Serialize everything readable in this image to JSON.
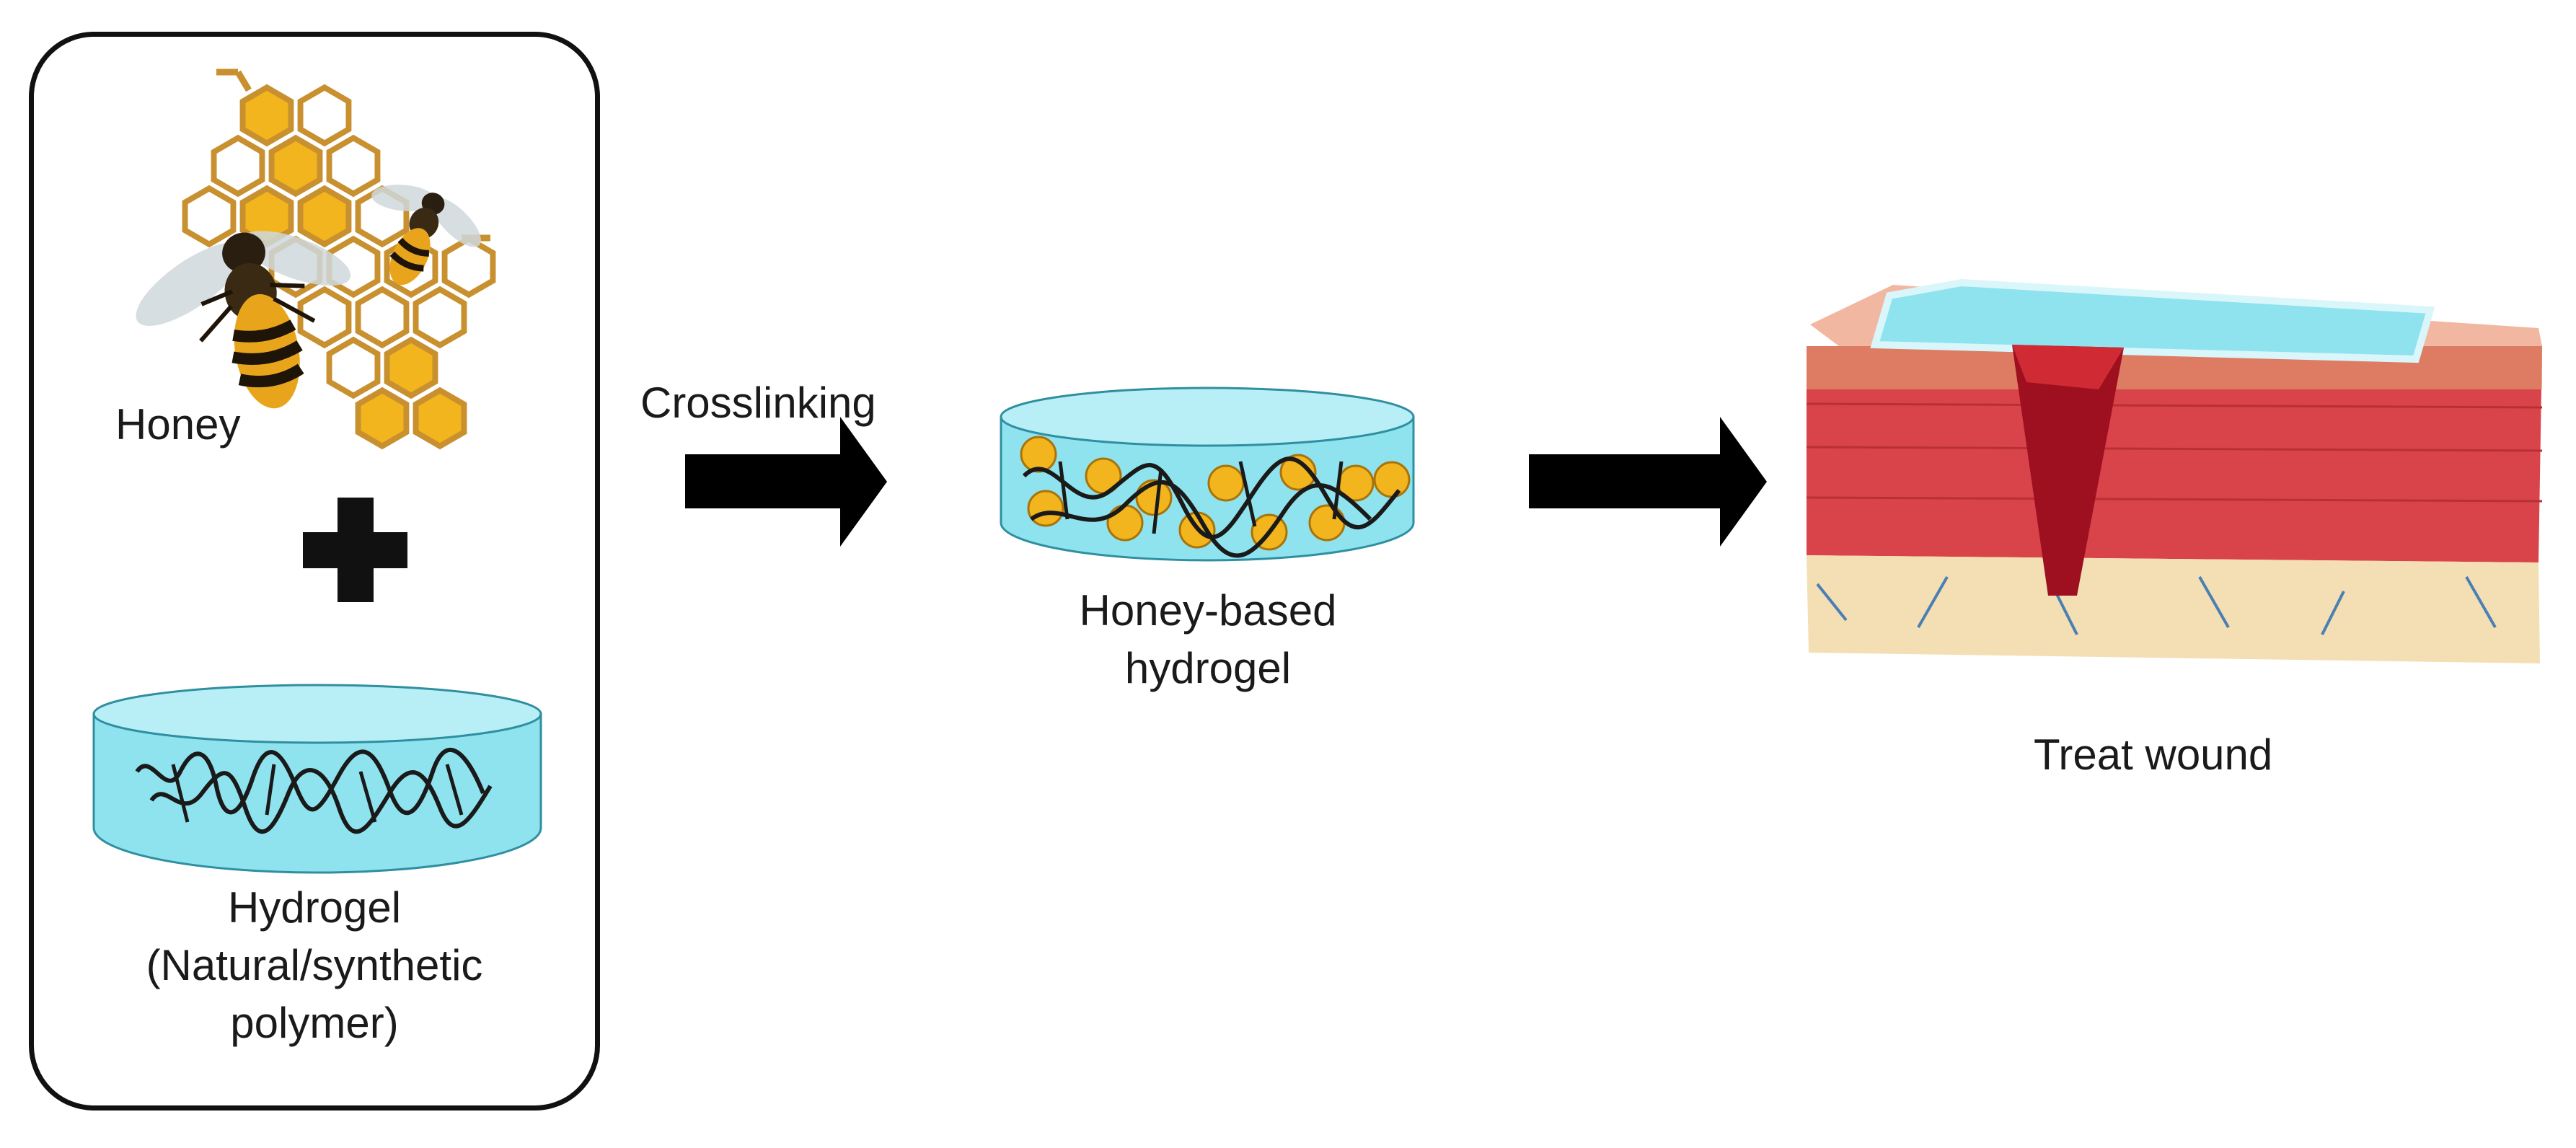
{
  "ingredients_box": {
    "honey_label": "Honey",
    "hydrogel_label": {
      "line1": "Hydrogel",
      "line2": "(Natural/synthetic",
      "line3": "polymer)"
    }
  },
  "process": {
    "step1_label": "Crosslinking"
  },
  "product": {
    "label_line1": "Honey-based",
    "label_line2": "hydrogel"
  },
  "application": {
    "label": "Treat wound"
  },
  "colors": {
    "gel": "#8fe3ef",
    "honey": "#f2b51e",
    "honeycomb": "#c8902e",
    "skin_dermis": "#d9434a",
    "wound": "#9e1020",
    "fat_layer": "#f3dfb3"
  },
  "icons": [
    "honeycomb-bee-icon",
    "plus-icon",
    "arrow-right-icon",
    "petri-dish-icon",
    "skin-wound-icon"
  ]
}
